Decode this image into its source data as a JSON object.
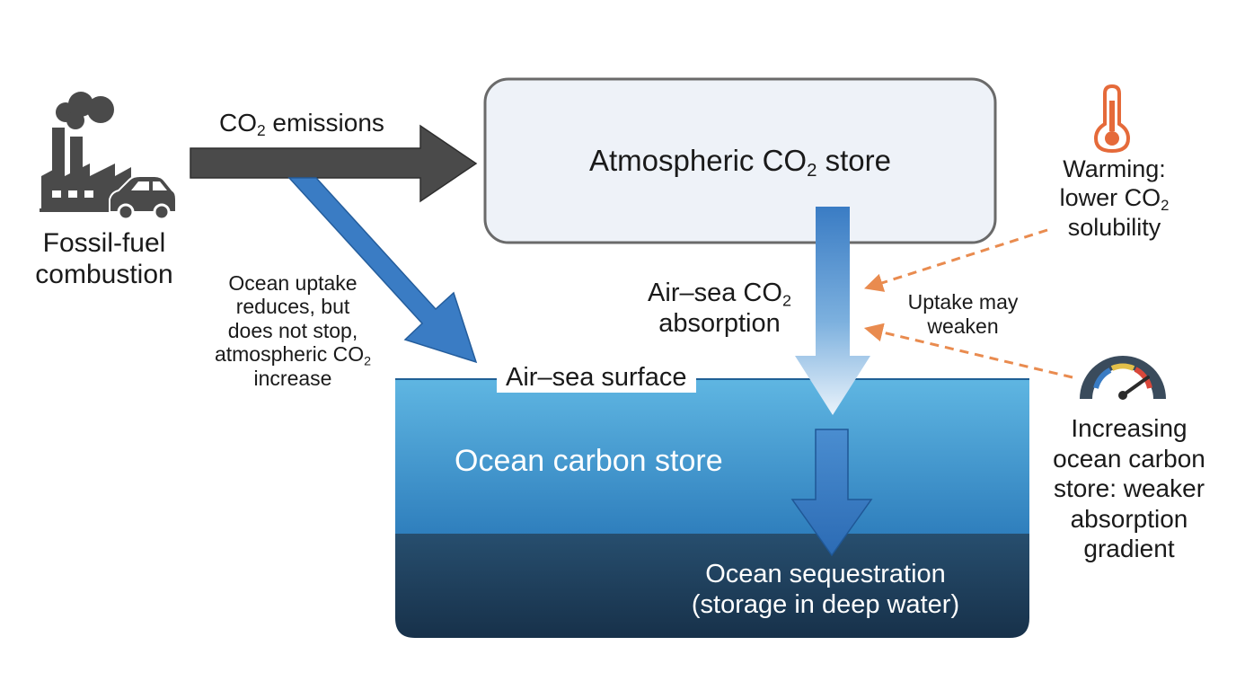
{
  "source": {
    "label": "Fossil-fuel combustion"
  },
  "emissions": {
    "pre": "CO",
    "sub": "2",
    "post": " emissions"
  },
  "ocean_uptake_note": {
    "line1": "Ocean uptake",
    "line2": "reduces, but",
    "line3": "does not stop,",
    "line4_pre": "atmospheric CO",
    "line4_sub": "2",
    "line5": "increase"
  },
  "atmosphere": {
    "pre": "Atmospheric CO",
    "sub": "2",
    "post": " store"
  },
  "air_sea_absorption": {
    "line1_pre": "Air–sea CO",
    "line1_sub": "2",
    "line2": "absorption"
  },
  "uptake_weaken": {
    "line1": "Uptake may",
    "line2": "weaken"
  },
  "warming": {
    "line1": "Warming:",
    "line2_pre": "lower CO",
    "line2_sub": "2",
    "line3": "solubility"
  },
  "increasing_store": {
    "line1": "Increasing",
    "line2": "ocean carbon",
    "line3": "store: weaker",
    "line4": "absorption",
    "line5": "gradient"
  },
  "surface": {
    "label": "Air–sea surface"
  },
  "ocean": {
    "label": "Ocean carbon store"
  },
  "sequestration": {
    "line1": "Ocean sequestration",
    "line2": "(storage in deep water)"
  },
  "icons": [
    "factory-icon",
    "car-icon",
    "thermometer-icon",
    "gauge-icon"
  ],
  "colors": {
    "emission_arrow": "#4a4a4a",
    "blue_arrow": "#3a7cc4",
    "dashed_arrow": "#e98b4f",
    "ocean_upper": "#3a8dc6",
    "ocean_deep": "#1f3e5a",
    "atmosphere_box": "#eef2f8"
  }
}
